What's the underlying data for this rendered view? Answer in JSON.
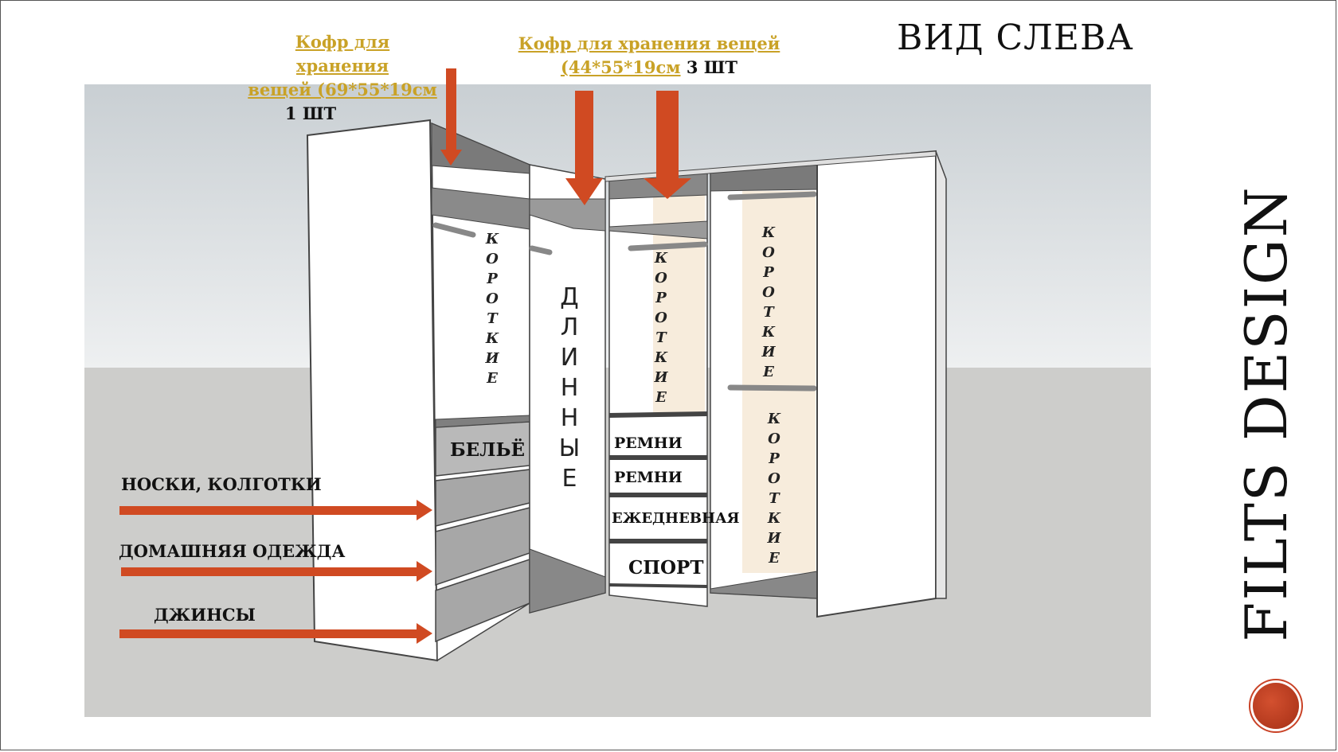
{
  "title": "ВИД СЛЕВА",
  "brand": "FILTS DESIGN",
  "top_labels": {
    "left": {
      "line1": "Кофр для хранения",
      "line2": "вещей (69*55*19см",
      "qty": "1 ШТ"
    },
    "right": {
      "line1": "Кофр для хранения вещей",
      "line2": "(44*55*19см",
      "qty": "3 ШТ"
    }
  },
  "side_labels": [
    "НОСКИ, КОЛГОТКИ",
    "ДОМАШНЯЯ ОДЕЖДА",
    "ДЖИНСЫ"
  ],
  "section_labels": {
    "short_1": "КОРОТКИЕ",
    "long": "ДЛИННЫЕ",
    "short_2": "КОРОТКИЕ",
    "short_3": "КОРОТКИЕ",
    "short_4": "КОРОТКИЕ"
  },
  "shelf_labels": {
    "underwear": "БЕЛЬЁ",
    "belts_1": "РЕМНИ",
    "belts_2": "РЕМНИ",
    "daily": "ЕЖЕДНЕВНАЯ",
    "sport": "СПОРТ"
  },
  "colors": {
    "arrow": "#d04a22",
    "gold": "#c9a227",
    "cream": "#f7ecdc"
  }
}
